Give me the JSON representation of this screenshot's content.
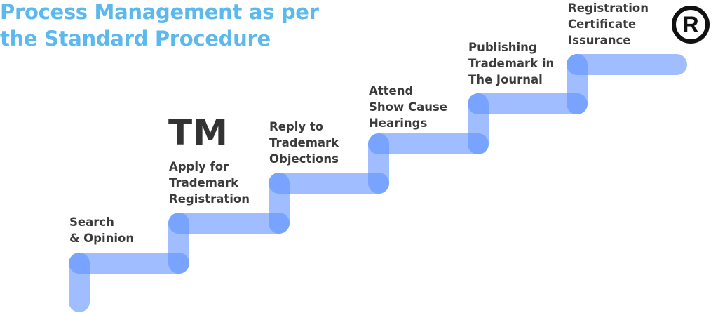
{
  "title": {
    "line1": "Process Management as per",
    "line2": "the Standard Procedure"
  },
  "steps": [
    {
      "line1": "Search",
      "line2": "& Opinion"
    },
    {
      "line1": "Apply for",
      "line2": "Trademark",
      "line3": "Registration"
    },
    {
      "line1": "Reply to",
      "line2": "Trademark",
      "line3": "Objections"
    },
    {
      "line1": "Attend",
      "line2": "Show Cause",
      "line3": "Hearings"
    },
    {
      "line1": "Publishing",
      "line2": "Trademark in",
      "line3": "The Journal"
    },
    {
      "line1": "Registration",
      "line2": "Certificate",
      "line3": "Issurance"
    }
  ],
  "symbols": {
    "tm": "TM",
    "registered": "R"
  },
  "colors": {
    "title": "#5cb9ee",
    "path": "#5b8fff",
    "text": "#3b3b3b"
  }
}
